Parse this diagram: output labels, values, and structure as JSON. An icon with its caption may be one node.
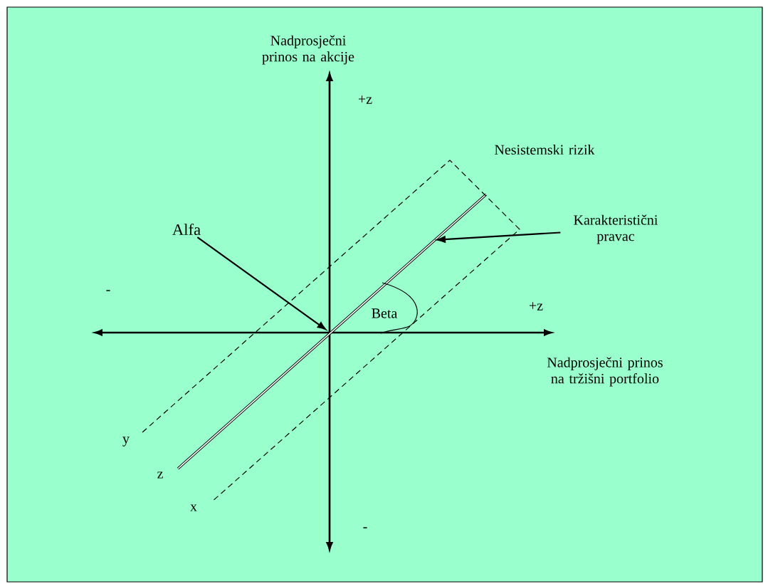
{
  "diagram": {
    "nodes": [
      {
        "text": [
          "Alfa"
        ]
      },
      {
        "text": [
          "Karakteristični pravac"
        ]
      }
    ],
    "edges": [
      {
        "from": 0,
        "to": null,
        "arrow": "to"
      },
      {
        "from": 1,
        "to": null,
        "arrow": "to"
      }
    ],
    "labels": [
      "Nadprosječni prinos na akcije",
      "+z",
      "Nesistemski rizik",
      "-",
      "Beta",
      "+z",
      "Nadprosječni prinos na tržišni portfolio",
      "y",
      "z",
      "x",
      "-"
    ]
  }
}
